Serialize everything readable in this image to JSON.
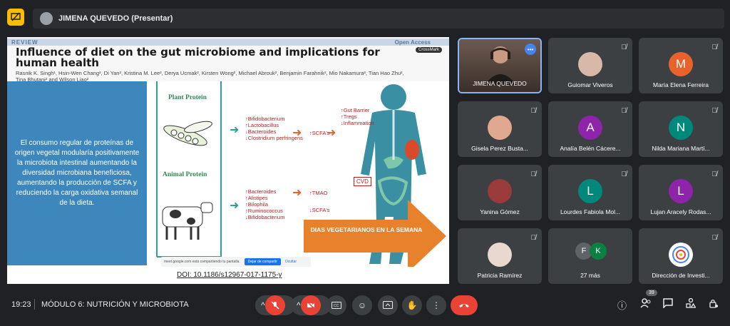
{
  "header": {
    "title": "JIMENA QUEVEDO (Presentar)"
  },
  "slide": {
    "review": "REVIEW",
    "open_access": "Open Access",
    "crossmark": "CrossMark",
    "title": "Influence of diet on the gut microbiome and implications for human health",
    "authors": "Rasnik K. Singh¹, Hsin-Wen Chang², Di Yan², Kristina M. Lee², Derya Ucmak², Kirsten Wong², Michael Abrouk², Benjamin Farahnik², Mio Nakamura², Tian Hao Zhu², Tina Bhutani² and Wilson Liao²",
    "blue_text": "El consumo regular de proteínas de origen vegetal modularía positivamente la microbiota intestinal aumentando la diversidad microbiana beneficiosa, aumentando la producción de SCFA y reduciendo la carga oxidativa semanal de la dieta.",
    "plant_label": "Plant Protein",
    "animal_label": "Animal Protein",
    "plant_effects": [
      "↑Bifidobacterium",
      "↑Lactobacillus",
      "↓Bacteroides",
      "↓Clostridium perfringens"
    ],
    "animal_effects": [
      "↑Bacteroides",
      "↑Alistipes",
      "↑Bilophila",
      "↑Ruminococcus",
      "↓Bifidobacterium"
    ],
    "scfa_up": "↑SCFA's",
    "scfa_down": "↓SCFA's",
    "gut_effects": [
      "↑Gut Barrier",
      "↑Tregs",
      "↓Inflammation"
    ],
    "tmao": "↑TMAO",
    "cvd": "CVD",
    "callout": "DIAS VEGETARIANOS EN LA SEMANA",
    "share_notice": "meet.google.com está compartiendo tu pantalla.",
    "share_stop": "Dejar de compartir",
    "share_hide": "Ocultar",
    "doi": "DOI: 10.1186/s12967-017-1175-y"
  },
  "participants": [
    {
      "name": "JIMENA QUEVEDO",
      "initial": "",
      "color": ""
    },
    {
      "name": "Guiomar Viveros",
      "initial": "",
      "color": ""
    },
    {
      "name": "María Elena Ferreira",
      "initial": "M",
      "color": "#e8622c"
    },
    {
      "name": "Gisela Perez Busta...",
      "initial": "",
      "color": ""
    },
    {
      "name": "Analía Belén Cácere...",
      "initial": "A",
      "color": "#8e24aa"
    },
    {
      "name": "Nilda Mariana Martí...",
      "initial": "N",
      "color": "#00897b"
    },
    {
      "name": "Yanina Gómez",
      "initial": "",
      "color": ""
    },
    {
      "name": "Lourdes Fabiola Mol...",
      "initial": "L",
      "color": "#00897b"
    },
    {
      "name": "Lujan Aracely Rodas...",
      "initial": "L",
      "color": "#8e24aa"
    },
    {
      "name": "Patricia Ramírez",
      "initial": "",
      "color": ""
    },
    {
      "name": "27 más",
      "initial": "",
      "color": ""
    },
    {
      "name": "Dirección de Investi...",
      "initial": "",
      "color": ""
    }
  ],
  "more_avatars": [
    "F",
    "K"
  ],
  "bottom": {
    "time": "19:23",
    "meeting": "MÓDULO 6: NUTRICIÓN Y MICROBIOTA",
    "participant_count": "39"
  }
}
